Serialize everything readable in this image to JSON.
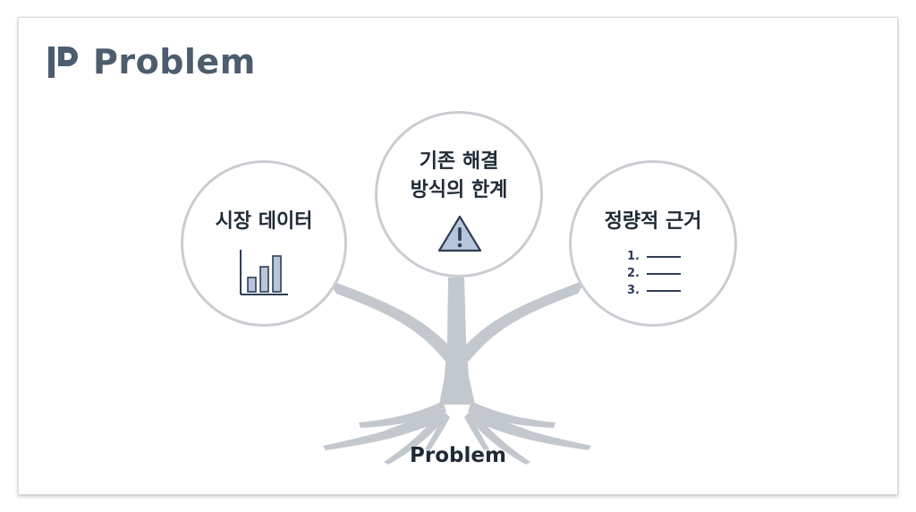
{
  "header": {
    "logo_icon": "p-logo-icon",
    "title": "Problem"
  },
  "diagram": {
    "root_label": "Problem",
    "nodes": [
      {
        "id": "market-data",
        "lines": [
          "시장 데이터"
        ],
        "icon": "bar-chart-icon"
      },
      {
        "id": "existing-limits",
        "lines": [
          "기존 해결",
          "방식의 한계"
        ],
        "icon": "warning-triangle-icon"
      },
      {
        "id": "quant-evidence",
        "lines": [
          "정량적 근거"
        ],
        "icon": "numbered-list-icon",
        "list_numbers": [
          "1.",
          "2.",
          "3."
        ]
      }
    ]
  },
  "colors": {
    "title": "#4e5d6e",
    "tree": "#c3c8ce",
    "circle_border": "#c9cdd2",
    "icon_dark": "#2f3d55",
    "warning_fill": "#b7c6d9"
  }
}
